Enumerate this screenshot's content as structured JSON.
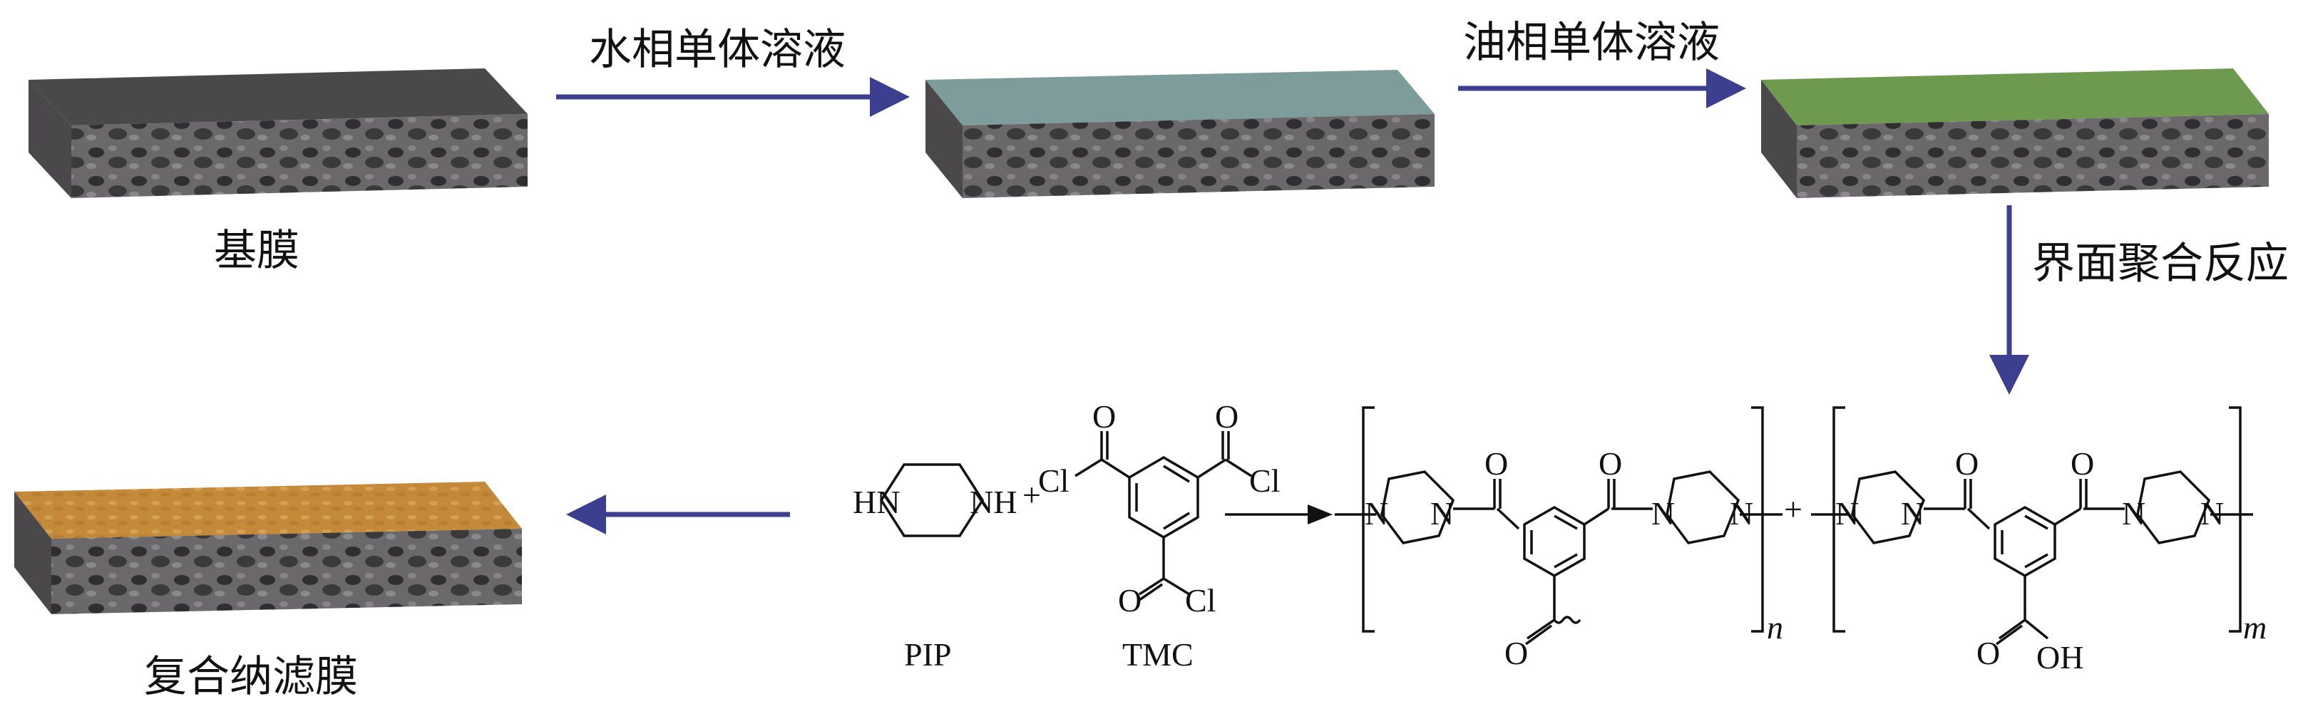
{
  "membranes": {
    "base": {
      "label": "基膜",
      "top_color": "#4a4949"
    },
    "aqueous": {
      "top_color": "#7e9c9c"
    },
    "organic": {
      "top_color": "#6e9a50"
    },
    "composite": {
      "label": "复合纳滤膜",
      "top_color": "#c48a3a"
    }
  },
  "steps": {
    "aqueous_monomer": "水相单体溶液",
    "organic_monomer": "油相单体溶液",
    "interfacial_polymerization": "界面聚合反应"
  },
  "chemistry": {
    "pip_formula_hn": "HN",
    "pip_formula_nh": "NH",
    "plus": "+",
    "pip_name": "PIP",
    "tmc_name": "TMC",
    "atom_o": "O",
    "atom_cl": "Cl",
    "atom_n": "N",
    "oh": "OH",
    "sub_n": "n",
    "sub_m": "m"
  },
  "colors": {
    "arrow": "#3c3f8f",
    "substrate": "#5c5a5c",
    "text": "#111111"
  }
}
